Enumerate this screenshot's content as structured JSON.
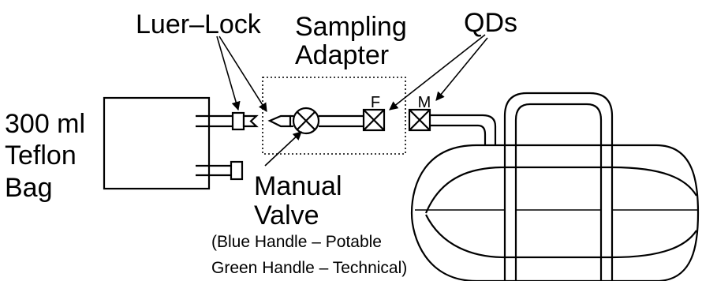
{
  "labels": {
    "bag_line1": "300 ml",
    "bag_line2": "Teflon",
    "bag_line3": "Bag",
    "luer_lock": "Luer–Lock",
    "sampling_line1": "Sampling",
    "sampling_line2": "Adapter",
    "qds": "QDs",
    "f": "F",
    "m": "M",
    "manual_line1": "Manual",
    "manual_line2": "Valve",
    "note_line1": "(Blue Handle – Potable",
    "note_line2": "Green Handle – Technical)"
  }
}
